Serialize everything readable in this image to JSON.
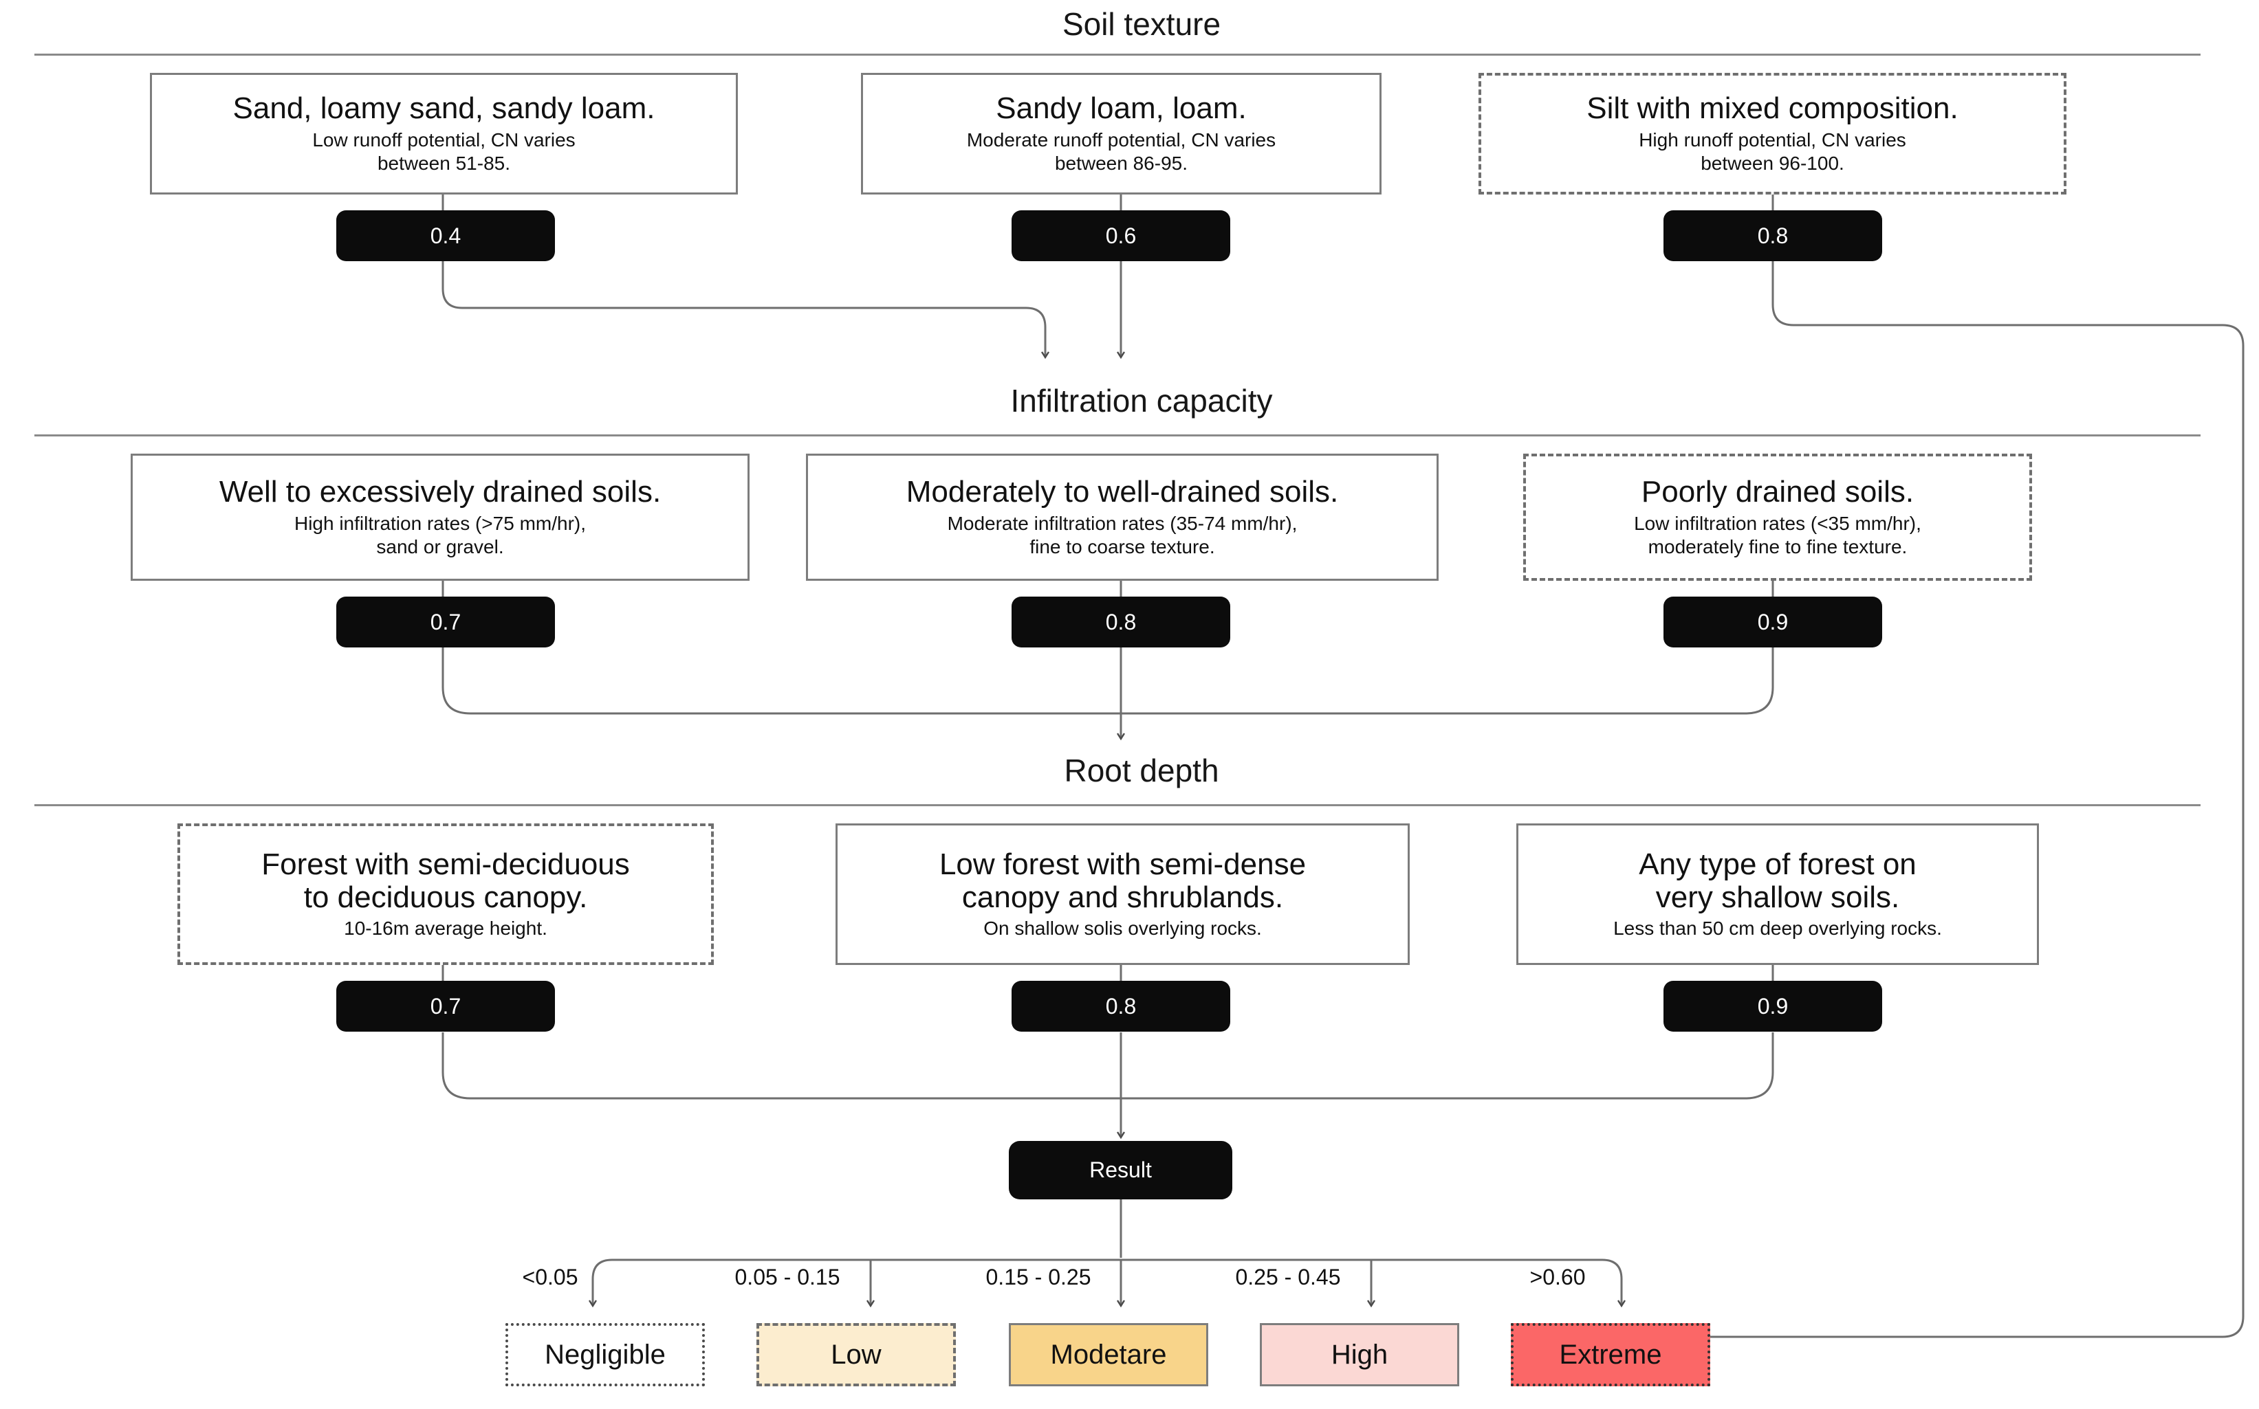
{
  "diagram": {
    "title": "Soil texture / Infiltration capacity / Root depth decision diagram"
  },
  "sections": [
    {
      "id": "soil-texture",
      "label": "Soil texture"
    },
    {
      "id": "infiltration-capacity",
      "label": "Infiltration capacity"
    },
    {
      "id": "root-depth",
      "label": "Root depth"
    }
  ],
  "soil_texture": {
    "cards": [
      {
        "title": "Sand, loamy sand, sandy loam.",
        "sub": "Low runoff potential, CN varies between 51-85.",
        "sub_line1": "Low runoff potential, CN varies",
        "sub_line2": "between 51-85.",
        "weight": "0.4",
        "border": "solid"
      },
      {
        "title": "Sandy loam, loam.",
        "sub": "Moderate runoff potential, CN varies between 86-95.",
        "sub_line1": "Moderate runoff potential, CN varies",
        "sub_line2": "between 86-95.",
        "weight": "0.6",
        "border": "solid"
      },
      {
        "title": "Silt with mixed composition.",
        "sub": "High runoff potential, CN varies between 96-100.",
        "sub_line1": "High runoff potential, CN varies",
        "sub_line2": "between 96-100.",
        "weight": "0.8",
        "border": "dashed"
      }
    ]
  },
  "infiltration_capacity": {
    "cards": [
      {
        "title": "Well to excessively drained soils.",
        "sub": "High infiltration rates (>75 mm/hr), sand or gravel.",
        "sub_line1": "High infiltration rates (>75 mm/hr),",
        "sub_line2": "sand or gravel.",
        "weight": "0.7",
        "border": "solid"
      },
      {
        "title": "Moderately to well-drained soils.",
        "sub": "Moderate infiltration rates (35-74 mm/hr), fine to coarse texture.",
        "sub_line1": "Moderate infiltration rates (35-74 mm/hr),",
        "sub_line2": "fine to coarse texture.",
        "weight": "0.8",
        "border": "solid"
      },
      {
        "title": "Poorly drained soils.",
        "sub": "Low infiltration rates (<35 mm/hr), moderately fine to fine texture.",
        "sub_line1": "Low infiltration rates (<35 mm/hr),",
        "sub_line2": "moderately fine to fine texture.",
        "weight": "0.9",
        "border": "dashed"
      }
    ]
  },
  "root_depth": {
    "cards": [
      {
        "title": "Forest with semi-deciduous to deciduous canopy.",
        "title_line1": "Forest with semi-deciduous",
        "title_line2": "to deciduous canopy.",
        "sub": "10-16m average height.",
        "weight": "0.7",
        "border": "dashed"
      },
      {
        "title": "Low forest with semi-dense canopy and shrublands.",
        "title_line1": "Low forest with semi-dense",
        "title_line2": "canopy and shrublands.",
        "sub": "On shallow solis overlying rocks.",
        "weight": "0.8",
        "border": "solid"
      },
      {
        "title": "Any type of forest on very shallow soils.",
        "title_line1": "Any type of forest on",
        "title_line2": "very shallow soils.",
        "sub": "Less than 50 cm deep overlying rocks.",
        "weight": "0.9",
        "border": "solid"
      }
    ]
  },
  "result": {
    "label": "Result",
    "classes": [
      {
        "range": "<0.05",
        "label": "Negligible",
        "color": "#ffffff",
        "border": "dotted"
      },
      {
        "range": "0.05 - 0.15",
        "label": "Low",
        "color": "#fcedcf",
        "border": "dashed"
      },
      {
        "range": "0.15 - 0.25",
        "label": "Modetare",
        "color": "#f8d48a",
        "border": "solid"
      },
      {
        "range": "0.25 - 0.45",
        "label": "High",
        "color": "#fbd8d4",
        "border": "solid"
      },
      {
        "range": ">0.60",
        "label": "Extreme",
        "color": "#fb6767",
        "border": "dotted"
      }
    ]
  },
  "colors": {
    "pill_background": "#0c0c0c",
    "pill_text": "#ffffff",
    "border_grey": "#7d7d7d",
    "rule_grey": "#8a8a8a",
    "wire_grey": "#6e6e6e"
  }
}
